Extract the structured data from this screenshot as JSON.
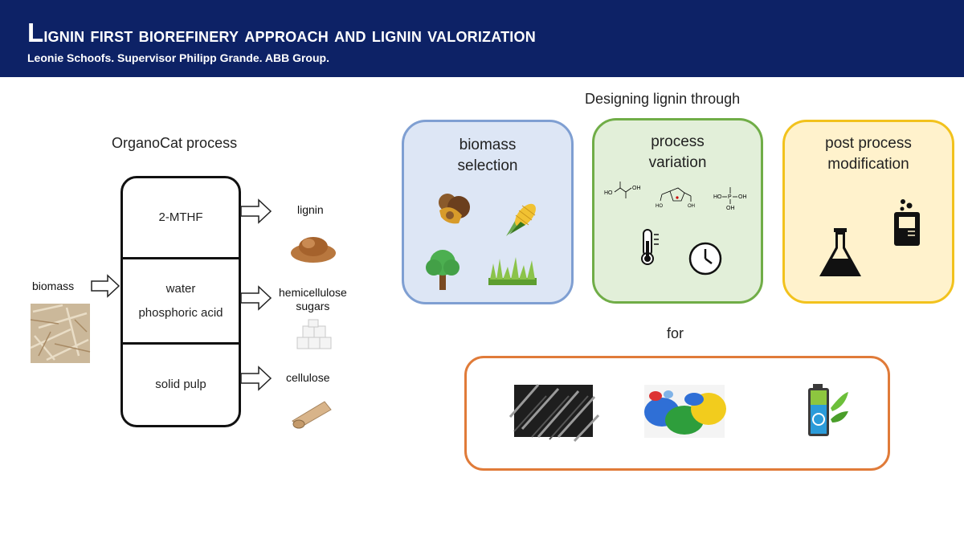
{
  "header": {
    "title_first_letter": "L",
    "title_rest": "ignin first biorefinery approach and lignin valorization",
    "subtitle": "Leonie Schoofs. Supervisor Philipp Grande. ABB Group.",
    "bg_color": "#0d2266"
  },
  "left": {
    "heading": "OrganoCat process",
    "input_label": "biomass",
    "phases": [
      "2-MTHF",
      "water",
      "phosphoric acid",
      "solid pulp"
    ],
    "outputs": [
      {
        "label": "lignin"
      },
      {
        "label_line1": "hemicellulose",
        "label_line2": "sugars"
      },
      {
        "label": "cellulose"
      }
    ]
  },
  "right": {
    "heading": "Designing lignin through",
    "cards": [
      {
        "line1": "biomass",
        "line2": "selection",
        "color": "#7f9fd2",
        "fill": "#dde6f5"
      },
      {
        "line1": "process",
        "line2": "variation",
        "color": "#70ad47",
        "fill": "#e2efd9"
      },
      {
        "line1": "post process",
        "line2": "modification",
        "color": "#f2c21d",
        "fill": "#fff2cc"
      }
    ],
    "for_label": "for",
    "for_box_color": "#e07b39",
    "chem": {
      "oxalic_ho": "HO",
      "oxalic_oh": "OH",
      "fdca_ho": "HO",
      "fdca_oh": "OH",
      "phos_ho": "HO",
      "phos_p": "P",
      "phos_oh1": "OH",
      "phos_oh2": "OH"
    }
  },
  "icons": [
    "hazelnut-icon",
    "corn-icon",
    "tree-icon",
    "grass-icon",
    "thermometer-icon",
    "clock-icon",
    "flask-icon",
    "beaker-icon",
    "carbon-fiber-image",
    "plastic-granules-image",
    "battery-icon"
  ]
}
